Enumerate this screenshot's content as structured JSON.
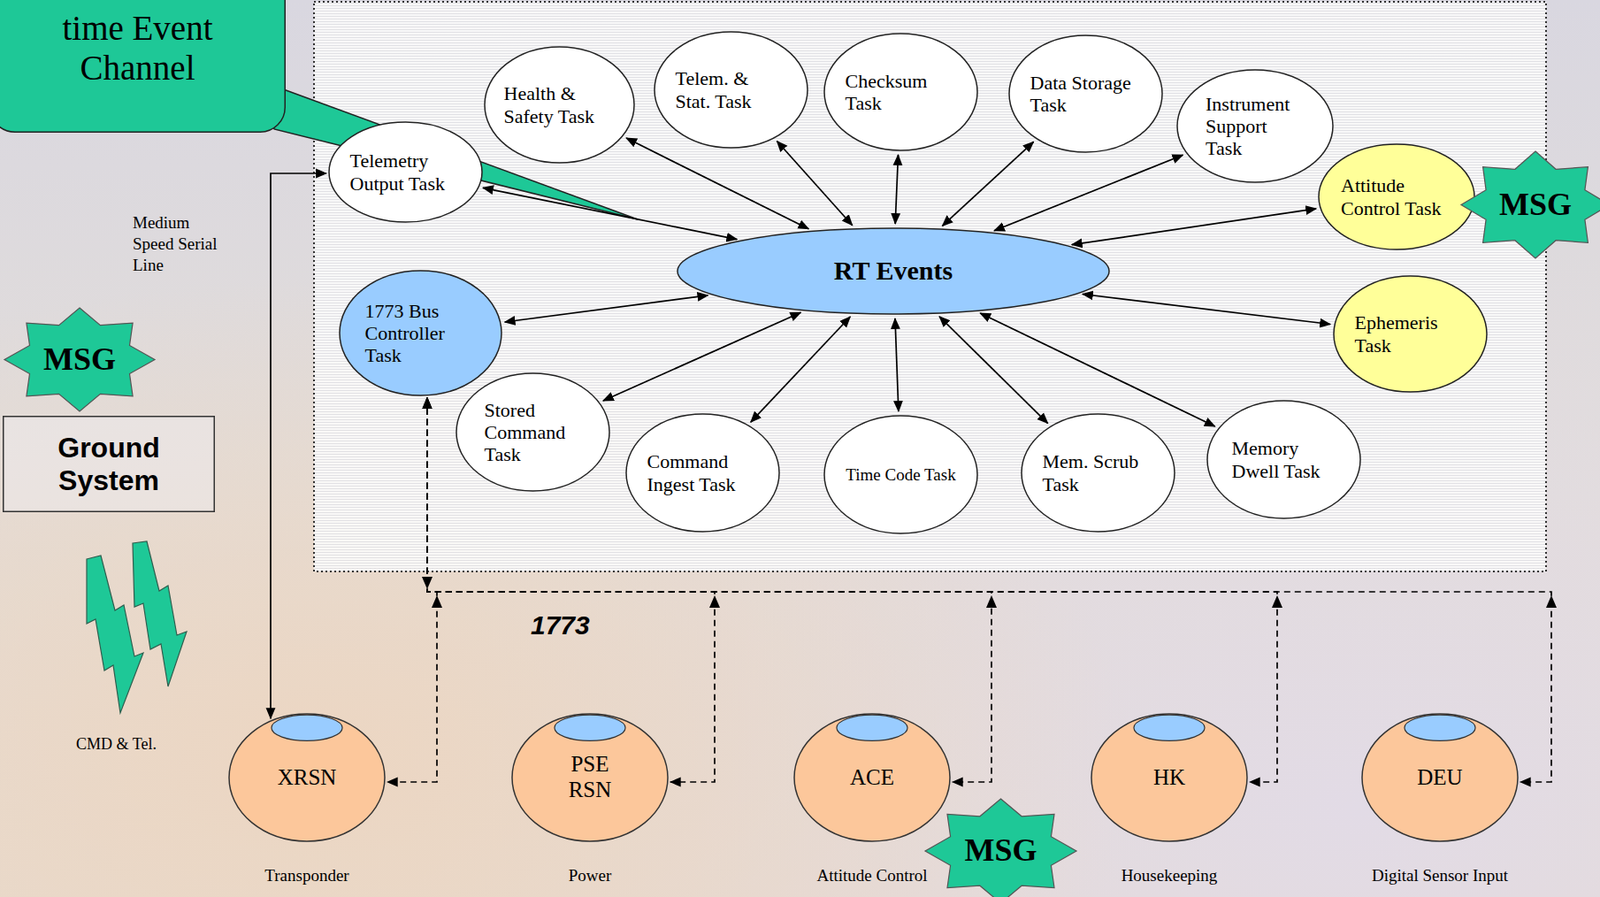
{
  "diagram": {
    "nodes": [
      {
        "text": [
          "time Event Channel"
        ]
      },
      {
        "text": [
          "Health & Safety Task"
        ]
      },
      {
        "text": [
          "Telem. & Stat. Task"
        ]
      },
      {
        "text": [
          "Checksum Task"
        ]
      },
      {
        "text": [
          "Data Storage Task"
        ]
      },
      {
        "text": [
          "Instrument Support Task"
        ]
      },
      {
        "text": [
          "Telemetry Output Task"
        ]
      },
      {
        "text": [
          "Attitude Control Task"
        ]
      },
      {
        "text": [
          "MSG"
        ]
      },
      {
        "text": [
          "RT Events"
        ]
      },
      {
        "text": [
          "1773 Bus Controller Task"
        ]
      },
      {
        "text": [
          "Ephemeris Task"
        ]
      },
      {
        "text": [
          "MSG"
        ]
      },
      {
        "text": [
          "Stored Command Task"
        ]
      },
      {
        "text": [
          "Command Ingest Task"
        ]
      },
      {
        "text": [
          "Time Code Task"
        ]
      },
      {
        "text": [
          "Mem. Scrub Task"
        ]
      },
      {
        "text": [
          "Memory Dwell Task"
        ]
      },
      {
        "text": [
          "Ground System"
        ]
      },
      {
        "text": [
          "XRSN",
          "Transponder"
        ]
      },
      {
        "text": [
          "PSE RSN",
          "Power"
        ]
      },
      {
        "text": [
          "ACE",
          "Attitude Control"
        ]
      },
      {
        "text": [
          "HK",
          "Housekeeping"
        ]
      },
      {
        "text": [
          "DEU",
          "Digital Sensor Input"
        ]
      },
      {
        "text": [
          "MSG"
        ]
      }
    ],
    "edges": [
      {
        "from": 9,
        "to": 1,
        "arrow": "both"
      },
      {
        "from": 9,
        "to": 2,
        "arrow": "both"
      },
      {
        "from": 9,
        "to": 3,
        "arrow": "both"
      },
      {
        "from": 9,
        "to": 4,
        "arrow": "both"
      },
      {
        "from": 9,
        "to": 5,
        "arrow": "both"
      },
      {
        "from": 9,
        "to": 6,
        "arrow": "both"
      },
      {
        "from": 9,
        "to": 7,
        "arrow": "both"
      },
      {
        "from": 9,
        "to": 10,
        "arrow": "both"
      },
      {
        "from": 9,
        "to": 11,
        "arrow": "both"
      },
      {
        "from": 9,
        "to": 13,
        "arrow": "both"
      },
      {
        "from": 9,
        "to": 14,
        "arrow": "both"
      },
      {
        "from": 9,
        "to": 15,
        "arrow": "both"
      },
      {
        "from": 9,
        "to": 16,
        "arrow": "both"
      },
      {
        "from": 9,
        "to": 17,
        "arrow": "both"
      },
      {
        "from": 6,
        "to": 19,
        "arrow": "both"
      },
      {
        "from": 10,
        "to": 19,
        "arrow": "both"
      },
      {
        "from": 10,
        "to": 20,
        "arrow": "both"
      },
      {
        "from": 10,
        "to": 21,
        "arrow": "both"
      },
      {
        "from": 10,
        "to": 22,
        "arrow": "both"
      },
      {
        "from": 10,
        "to": 23,
        "arrow": "both"
      }
    ],
    "labels": [
      "Medium Speed Serial Line",
      "CMD & Tel.",
      "1773"
    ]
  }
}
